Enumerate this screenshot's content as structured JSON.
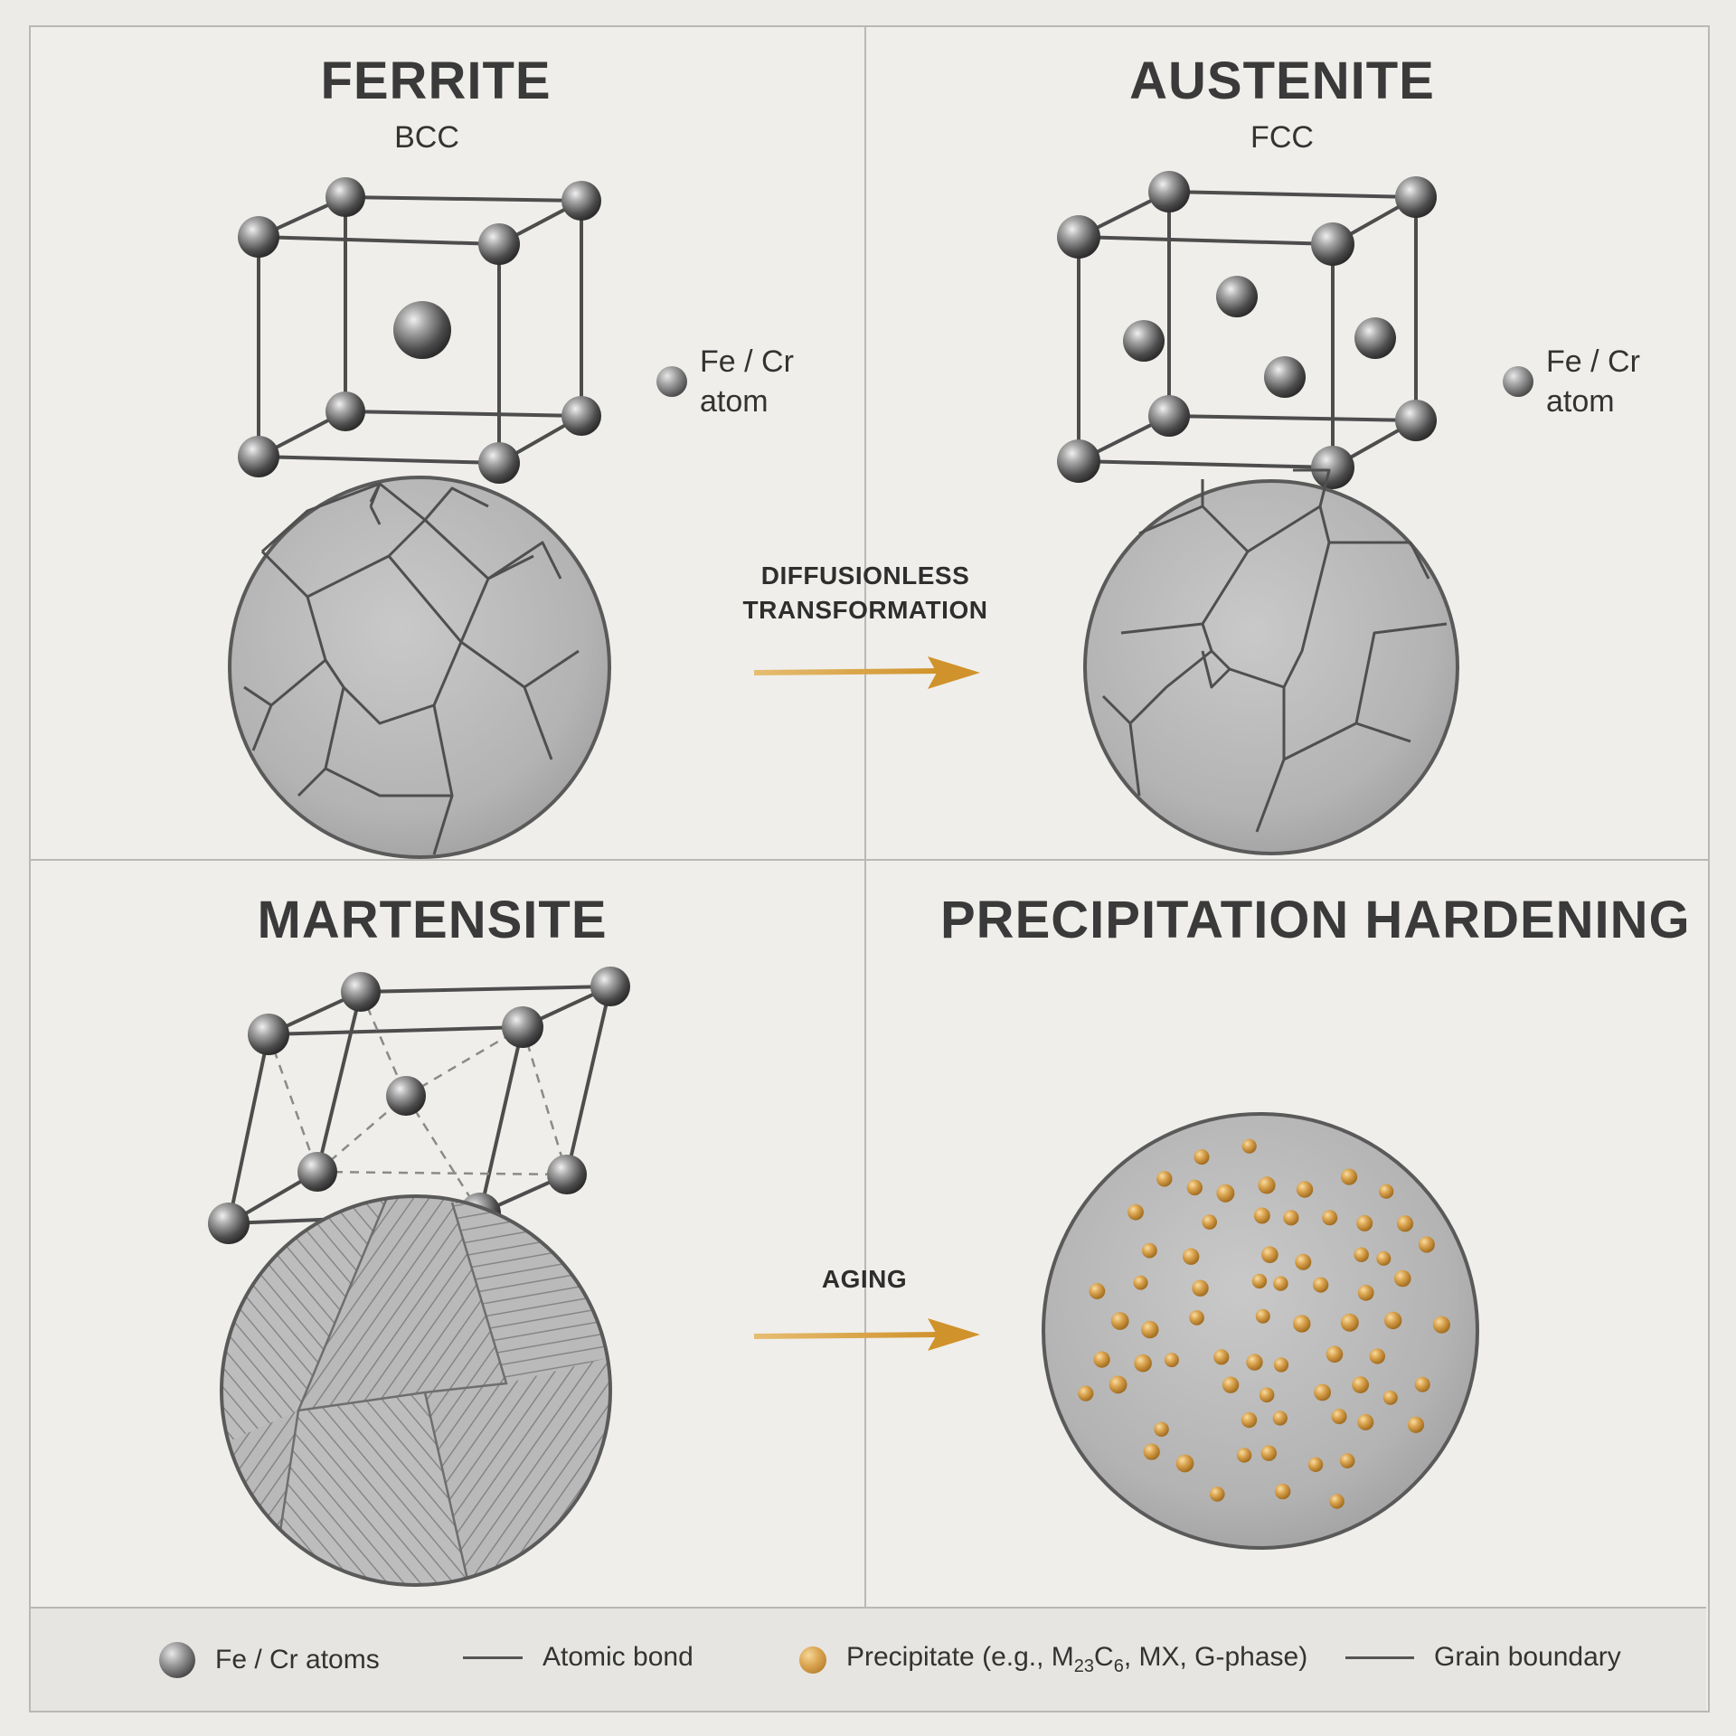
{
  "panels": {
    "ferrite": {
      "title": "FERRITE",
      "lattice": "BCC",
      "key_line1": "Fe / Cr",
      "key_line2": "atom"
    },
    "austenite": {
      "title": "AUSTENITE",
      "lattice": "FCC",
      "key_line1": "Fe / Cr",
      "key_line2": "atom"
    },
    "martensite": {
      "title": "MARTENSITE"
    },
    "precipitation": {
      "title": "PRECIPITATION HARDENING"
    }
  },
  "arrows": {
    "top": {
      "line1": "DIFFUSIONLESS",
      "line2": "TRANSFORMATION"
    },
    "bottom": {
      "label": "AGING"
    }
  },
  "legend": {
    "atoms": "Fe / Cr atoms",
    "bond": "Atomic bond",
    "precipitate_prefix": "Precipitate (e.g., M",
    "precipitate_sub1": "23",
    "precipitate_mid": "C",
    "precipitate_sub2": "6",
    "precipitate_suffix": ", MX, G-phase)",
    "grain_boundary": "Grain boundary"
  },
  "colors": {
    "arrow": "#d39a33",
    "precipitate": "#d9a24d",
    "atom": "#5a5a5a",
    "background": "#ecebe7"
  },
  "icons": [
    "atom-icon",
    "bond-line-icon",
    "precipitate-icon",
    "grain-boundary-line-icon",
    "arrow-right-icon"
  ]
}
